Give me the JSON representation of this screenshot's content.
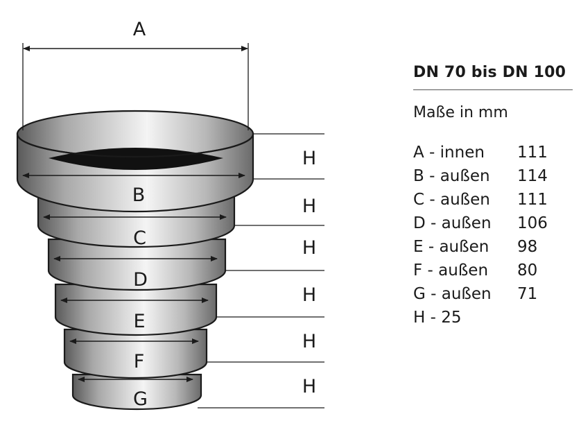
{
  "diagram": {
    "labels": {
      "A": "A",
      "B": "B",
      "C": "C",
      "D": "D",
      "E": "E",
      "F": "F",
      "G": "G",
      "H": "H"
    }
  },
  "legend": {
    "title": "DN 70 bis DN 100",
    "unit": "Maße in mm",
    "rows": [
      {
        "key": "A - innen",
        "value": "111"
      },
      {
        "key": "B - außen",
        "value": "114"
      },
      {
        "key": "C - außen",
        "value": "111"
      },
      {
        "key": "D - außen",
        "value": "106"
      },
      {
        "key": "E - außen",
        "value": "98"
      },
      {
        "key": "F - außen",
        "value": "80"
      },
      {
        "key": "G - außen",
        "value": "71"
      },
      {
        "key": "H - 25",
        "value": ""
      }
    ]
  }
}
